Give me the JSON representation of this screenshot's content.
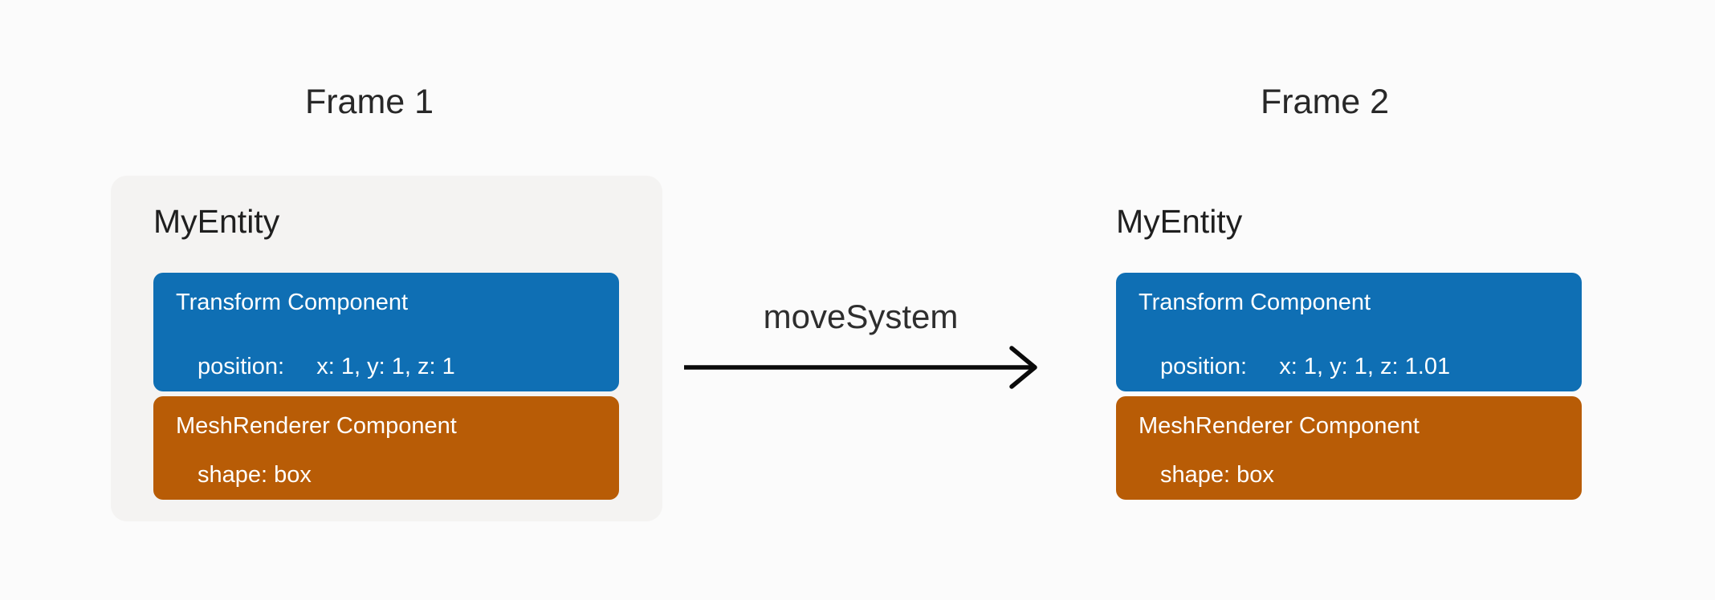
{
  "colors": {
    "background": "#fbfbfb",
    "entity_panel_bg": "#f4f3f2",
    "transform_component_bg": "#0f6fb4",
    "mesh_renderer_component_bg": "#b85c06",
    "component_text": "#ffffff",
    "label_text": "#282828",
    "arrow": "#0a0a0a"
  },
  "frames": [
    {
      "label": "Frame 1",
      "entity": {
        "name": "MyEntity",
        "components": [
          {
            "title": "Transform Component",
            "detail": "position:     x: 1, y: 1, z: 1"
          },
          {
            "title": "MeshRenderer Component",
            "detail": "shape: box"
          }
        ]
      }
    },
    {
      "label": "Frame 2",
      "entity": {
        "name": "MyEntity",
        "components": [
          {
            "title": "Transform Component",
            "detail": "position:     x: 1, y: 1, z: 1.01"
          },
          {
            "title": "MeshRenderer Component",
            "detail": "shape: box"
          }
        ]
      }
    }
  ],
  "arrow": {
    "label": "moveSystem"
  }
}
